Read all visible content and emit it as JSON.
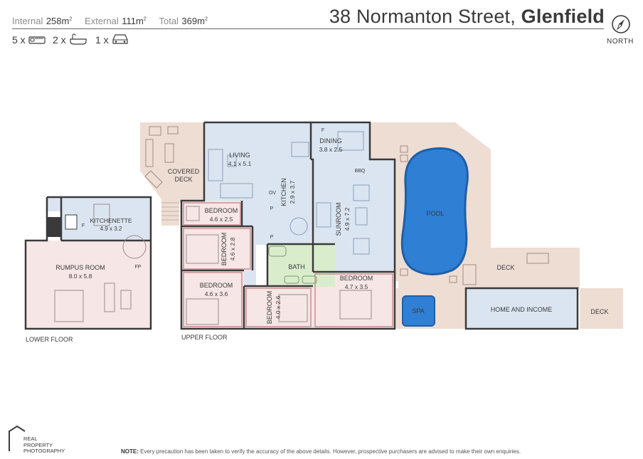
{
  "stats": {
    "internal_label": "Internal",
    "internal_value": "258m",
    "internal_sup": "2",
    "external_label": "External",
    "external_value": "111m",
    "external_sup": "2",
    "total_label": "Total",
    "total_value": "369m",
    "total_sup": "2"
  },
  "title": {
    "street": "38 Normanton Street,",
    "suburb": "Glenfield"
  },
  "compass": {
    "label": "NORTH",
    "icon": "compass-icon"
  },
  "features": {
    "bedrooms": "5 x",
    "bedroom_icon": "bed-icon",
    "bathrooms": "2 x",
    "bathroom_icon": "bath-icon",
    "carparks": "1 x",
    "car_icon": "car-icon"
  },
  "rooms": {
    "living_name": "LIVING",
    "living_dim": "4.1 x 5.1",
    "dining_name": "DINING",
    "dining_dim": "3.8 x 2.5",
    "kitchen_name": "KITCHEN",
    "kitchen_dim": "2.9 x 3.7",
    "sunroom_name": "SUNROOM",
    "sunroom_dim": "4.9 x 7.2",
    "bed1_name": "BEDROOM",
    "bed1_dim": "4.6 x 2.5",
    "bed2_name": "BEDROOM",
    "bed2_dim": "4.6 x 2.8",
    "bed3_name": "BEDROOM",
    "bed3_dim": "4.6 x 3.6",
    "bed4_name": "BEDROOM",
    "bed4_dim": "4.0 x 2.6",
    "bed5_name": "BEDROOM",
    "bed5_dim": "4.7 x 3.5",
    "bath_name": "BATH",
    "covered_deck": "COVERED",
    "covered_deck2": "DECK",
    "pool": "POOL",
    "spa": "SPA",
    "deck_a": "DECK",
    "deck_b": "DECK",
    "home_income": "HOME AND INCOME",
    "kitchenette_name": "KITCHENETTE",
    "kitchenette_dim": "4.9 x 3.2",
    "rumpus_name": "RUMPUS ROOM",
    "rumpus_dim": "8.0 x 5.8",
    "bbq": "BBQ",
    "f1": "F",
    "f2": "F",
    "fp": "FP",
    "ov": "OV",
    "p1": "P",
    "p2": "P"
  },
  "floors": {
    "lower": "LOWER FLOOR",
    "upper": "UPPER FLOOR"
  },
  "logo": {
    "line1": "REAL",
    "line2": "PROPERTY",
    "line3": "PHOTOGRAPHY"
  },
  "note": {
    "label": "NOTE:",
    "text": "Every precaution has been taken to verify the accuracy of the above details. However, prospective purchasers are advised to make their own enquiries."
  },
  "colors": {
    "room_blue": "#dbe5f1",
    "bedroom_pink": "#f7e6e6",
    "bath_green": "#d9edcc",
    "deck_tan": "#eeddd3",
    "pool_blue": "#2f7fd4",
    "wall": "#3a3a3a",
    "wall_pink": "#c98f92"
  }
}
